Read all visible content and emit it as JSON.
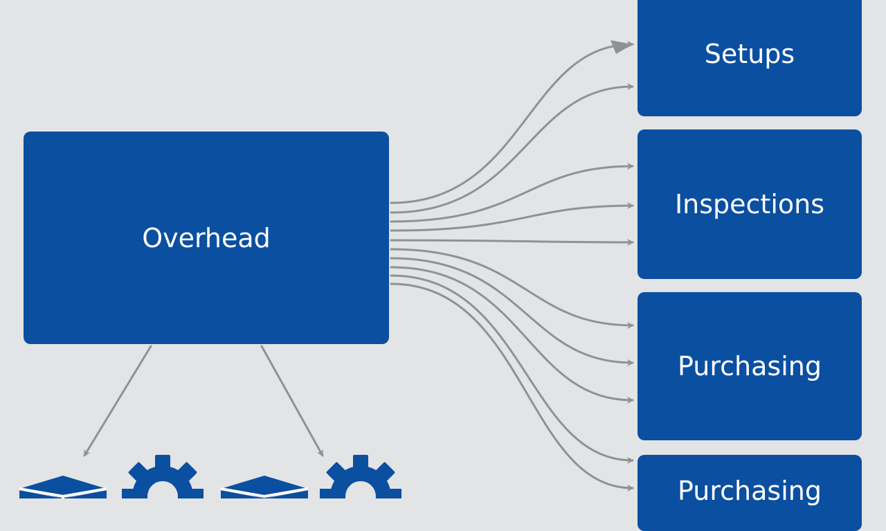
{
  "colors": {
    "background": "#e3e4e6",
    "node_fill": "#0b4fa0",
    "arrow": "#8f9194",
    "text": "#ffffff"
  },
  "source": {
    "label": "Overhead"
  },
  "activities": [
    {
      "label": "Setups"
    },
    {
      "label": "Inspections"
    },
    {
      "label": "Purchasing"
    },
    {
      "label": "Purchasing"
    }
  ],
  "icons": [
    "box-icon",
    "gear-icon",
    "box-icon",
    "gear-icon"
  ]
}
